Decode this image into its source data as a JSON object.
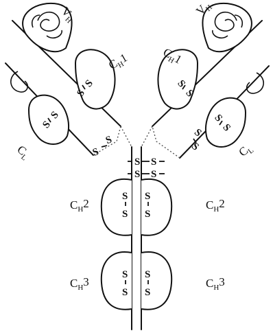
{
  "labels": {
    "vh": {
      "main": "V",
      "sub": "H"
    },
    "ch1": {
      "main": "C",
      "sub": "H",
      "tail": "1"
    },
    "cl": {
      "main": "C",
      "sub": "L"
    },
    "ch2": {
      "main": "C",
      "sub": "H",
      "tail": "2"
    },
    "ch3": {
      "main": "C",
      "sub": "H",
      "tail": "3"
    }
  },
  "disulfide": {
    "s": "S",
    "bond": "-",
    "pair": "S-S"
  }
}
